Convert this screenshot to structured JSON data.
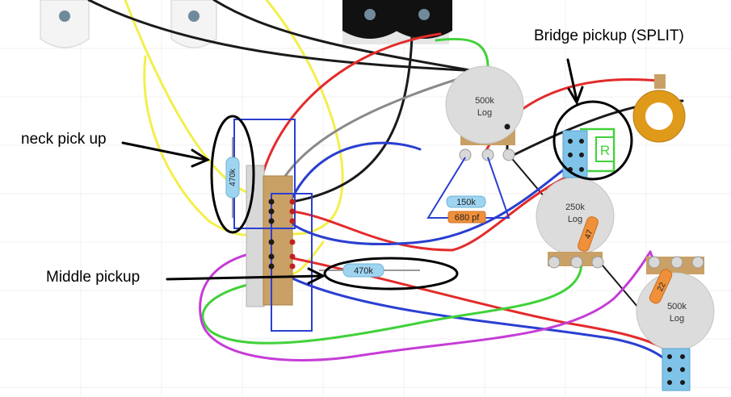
{
  "annotations": {
    "neck": "neck pick up",
    "middle": "Middle pickup",
    "bridge": "Bridge pickup (SPLIT)"
  },
  "pots": {
    "volume": {
      "value": "500k",
      "taper": "Log"
    },
    "tone_one": {
      "value": "250k",
      "taper": "Log"
    },
    "tone_two": {
      "value": "500k",
      "taper": "Log"
    }
  },
  "resistors": {
    "neck_bleed": "470k",
    "middle_bleed": "470k",
    "treble_bleed": "150k"
  },
  "capacitors": {
    "treble_cap": "680 pf",
    "tone_cap_one": "47",
    "tone_cap_two": "22"
  },
  "switch_glyph": "R",
  "colors": {
    "red": "#e32b2b",
    "black": "#1a1a1a",
    "yellow": "#f3ef4c",
    "blue": "#2a3fd0",
    "green": "#41d13a",
    "magenta": "#c53dd6",
    "grey": "#8a8a8a",
    "pot_body": "#dcdcdc",
    "lug_tan": "#c9a066",
    "jack_orange": "#e09a1a",
    "annotation": "#000000"
  }
}
